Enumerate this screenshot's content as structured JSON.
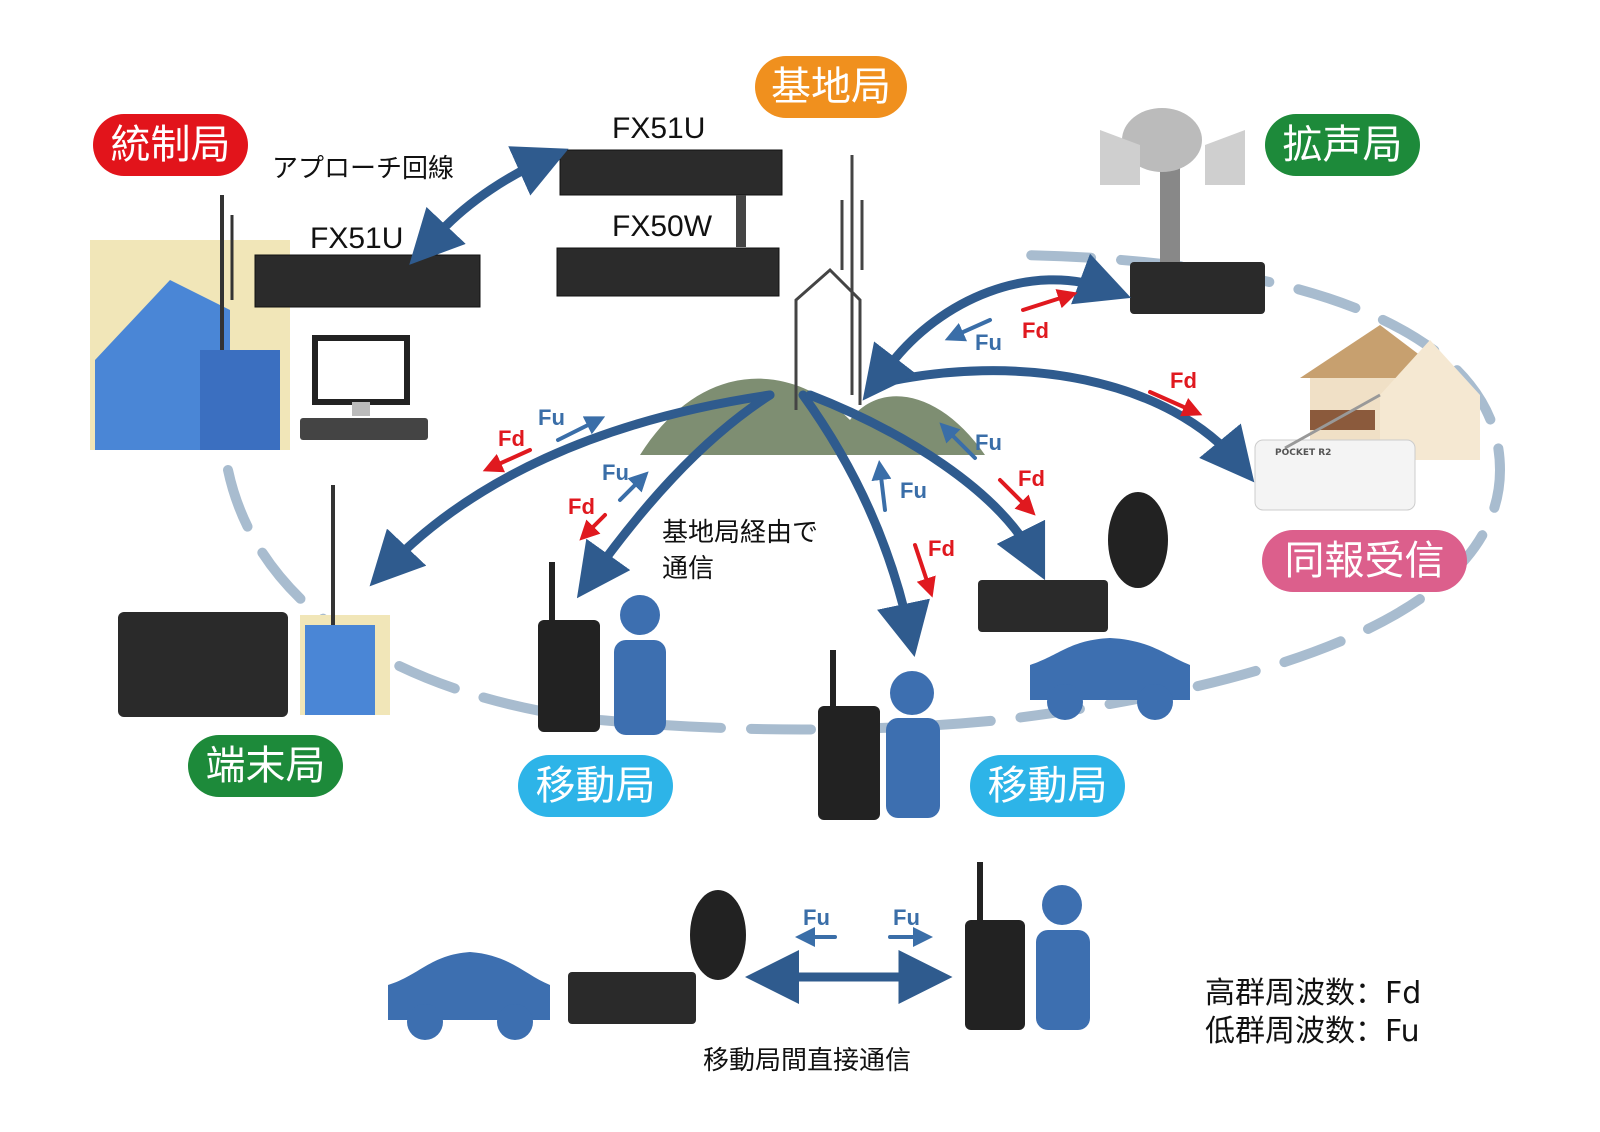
{
  "stations": {
    "control": "統制局",
    "base": "基地局",
    "loudspeaker": "拡声局",
    "terminal": "端末局",
    "mobile_left": "移動局",
    "mobile_right": "移動局",
    "broadcast_receive": "同報受信"
  },
  "equipment": {
    "control_unit": "FX51U",
    "base_unit_top": "FX51U",
    "base_unit_bottom": "FX50W",
    "receiver_brand": "POCKET R2"
  },
  "labels": {
    "approach_line": "アプローチ回線",
    "via_base_line1": "基地局経由で",
    "via_base_line2": "通信",
    "direct_comm": "移動局間直接通信"
  },
  "freq": {
    "fd": "Fd",
    "fu": "Fu"
  },
  "legend": {
    "high_group": "高群周波数：Fd",
    "low_group": "低群周波数：Fu"
  },
  "colors": {
    "control": "#e2141b",
    "base": "#f0901e",
    "loudspeaker": "#1d8a3a",
    "terminal": "#1d8a3a",
    "mobile": "#2db4e8",
    "broadcast": "#dc5f8c",
    "arrow": "#2f5b8e",
    "fd_arrow": "#e0191f",
    "fu_arrow": "#3a6ea8",
    "dashed_ring": "#a8bccf"
  }
}
